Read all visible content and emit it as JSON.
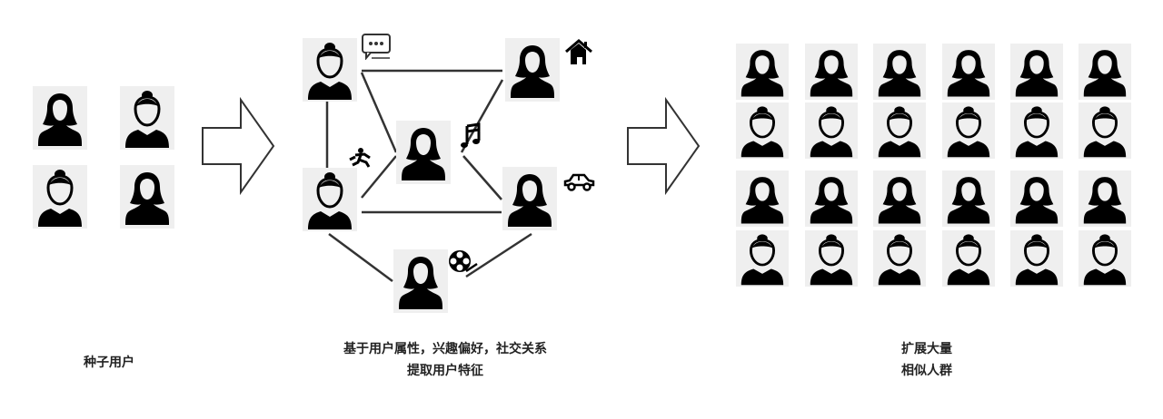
{
  "captions": {
    "seed": "种子用户",
    "features_line1": "基于用户属性，兴趣偏好，社交关系",
    "features_line2": "提取用户特征",
    "expand_line1": "扩展大量",
    "expand_line2": "相似人群"
  },
  "seed_users": [
    "female",
    "male",
    "male",
    "female"
  ],
  "network": {
    "nodes": [
      {
        "id": "A",
        "type": "male",
        "icon": "chat-icon"
      },
      {
        "id": "B",
        "type": "female",
        "icon": "house-icon"
      },
      {
        "id": "C",
        "type": "female",
        "icon": "music-icon"
      },
      {
        "id": "D",
        "type": "male",
        "icon": "runner-icon"
      },
      {
        "id": "E",
        "type": "female",
        "icon": "car-icon"
      },
      {
        "id": "F",
        "type": "female",
        "icon": "film-icon"
      }
    ],
    "edges": [
      [
        "A",
        "D"
      ],
      [
        "A",
        "B"
      ],
      [
        "A",
        "C"
      ],
      [
        "B",
        "C"
      ],
      [
        "D",
        "C"
      ],
      [
        "C",
        "E"
      ],
      [
        "D",
        "E"
      ],
      [
        "D",
        "F"
      ],
      [
        "E",
        "F"
      ]
    ]
  },
  "expanded": {
    "rows": [
      "female",
      "male",
      "female",
      "male"
    ],
    "columns": 6
  },
  "colors": {
    "figure": "#000000",
    "tile": "#efefef",
    "line": "#333333"
  }
}
